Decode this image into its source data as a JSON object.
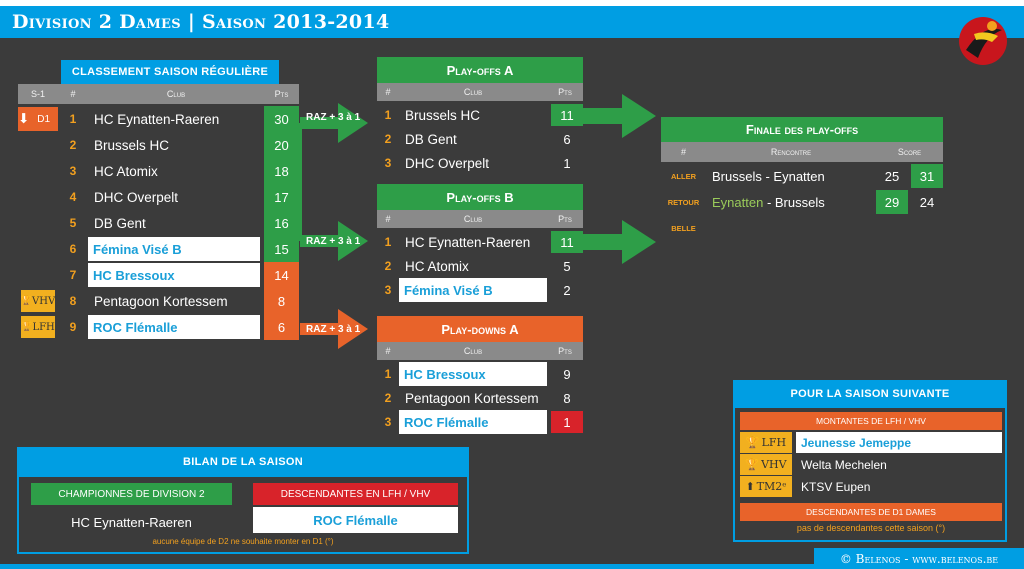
{
  "header": {
    "title": "Division 2 Dames | Saison 2013-2014"
  },
  "classement": {
    "title": "classement saison régulière",
    "cols": {
      "s1": "S-1",
      "num": "#",
      "club": "Club",
      "pts": "Pts"
    },
    "rows": [
      {
        "tag": "D1",
        "rank": "1",
        "club": "HC Eynatten-Raeren",
        "pts": "30"
      },
      {
        "tag": "",
        "rank": "2",
        "club": "Brussels HC",
        "pts": "20"
      },
      {
        "tag": "",
        "rank": "3",
        "club": "HC Atomix",
        "pts": "18"
      },
      {
        "tag": "",
        "rank": "4",
        "club": "DHC Overpelt",
        "pts": "17"
      },
      {
        "tag": "",
        "rank": "5",
        "club": "DB Gent",
        "pts": "16"
      },
      {
        "tag": "",
        "rank": "6",
        "club": "Fémina Visé B",
        "pts": "15"
      },
      {
        "tag": "",
        "rank": "7",
        "club": "HC Bressoux",
        "pts": "14"
      },
      {
        "tag": "VHV",
        "rank": "8",
        "club": "Pentagoon Kortessem",
        "pts": "8"
      },
      {
        "tag": "LFH",
        "rank": "9",
        "club": "ROC Flémalle",
        "pts": "6"
      }
    ]
  },
  "arrows": {
    "label": "RAZ + 3 à 1"
  },
  "playoffs_a": {
    "title": "Play-offs A",
    "cols": {
      "num": "#",
      "club": "Club",
      "pts": "Pts"
    },
    "rows": [
      {
        "rank": "1",
        "club": "Brussels HC",
        "pts": "11"
      },
      {
        "rank": "2",
        "club": "DB Gent",
        "pts": "6"
      },
      {
        "rank": "3",
        "club": "DHC Overpelt",
        "pts": "1"
      }
    ]
  },
  "playoffs_b": {
    "title": "Play-offs B",
    "cols": {
      "num": "#",
      "club": "Club",
      "pts": "Pts"
    },
    "rows": [
      {
        "rank": "1",
        "club": "HC Eynatten-Raeren",
        "pts": "11"
      },
      {
        "rank": "2",
        "club": "HC Atomix",
        "pts": "5"
      },
      {
        "rank": "3",
        "club": "Fémina Visé B",
        "pts": "2"
      }
    ]
  },
  "playdowns_a": {
    "title": "Play-downs A",
    "cols": {
      "num": "#",
      "club": "Club",
      "pts": "Pts"
    },
    "rows": [
      {
        "rank": "1",
        "club": "HC Bressoux",
        "pts": "9"
      },
      {
        "rank": "2",
        "club": "Pentagoon Kortessem",
        "pts": "8"
      },
      {
        "rank": "3",
        "club": "ROC Flémalle",
        "pts": "1"
      }
    ]
  },
  "finale": {
    "title": "Finale des play-offs",
    "cols": {
      "num": "#",
      "rencontre": "Rencontre",
      "score": "Score"
    },
    "rows": [
      {
        "type": "ALLER",
        "home": "Brussels",
        "away": "Eynatten",
        "s1": "25",
        "s2": "31"
      },
      {
        "type": "RETOUR",
        "home": "Eynatten",
        "away": "Brussels",
        "s1": "29",
        "s2": "24"
      },
      {
        "type": "BELLE",
        "home": "",
        "away": "",
        "s1": "",
        "s2": ""
      }
    ]
  },
  "bilan": {
    "title": "Bilan de la saison",
    "champ_label": "Championnes de division 2",
    "champ_value": "HC Eynatten-Raeren",
    "desc_label": "Descendantes en LFH / VHV",
    "desc_value": "ROC Flémalle",
    "note": "aucune équipe de D2 ne souhaite monter en D1 (°)"
  },
  "suivante": {
    "title": "Pour la saison suivante",
    "montantes_label": "Montantes de LFH / VHV",
    "montantes": [
      {
        "tag": "LFH",
        "club": "Jeunesse Jemeppe"
      },
      {
        "tag": "VHV",
        "club": "Welta Mechelen"
      },
      {
        "tag": "TM2ᵉ",
        "club": "KTSV Eupen"
      }
    ],
    "desc_label": "Descendantes de D1 Dames",
    "desc_note": "pas de descendantes cette saison (°)"
  },
  "credit": "© Belenos - www.belenos.be",
  "colors": {
    "blue": "#009ee3",
    "green": "#2e9e48",
    "orange": "#e8632a",
    "red": "#d8232a",
    "yellow": "#f2b01f",
    "bg": "#3b3b3b"
  }
}
